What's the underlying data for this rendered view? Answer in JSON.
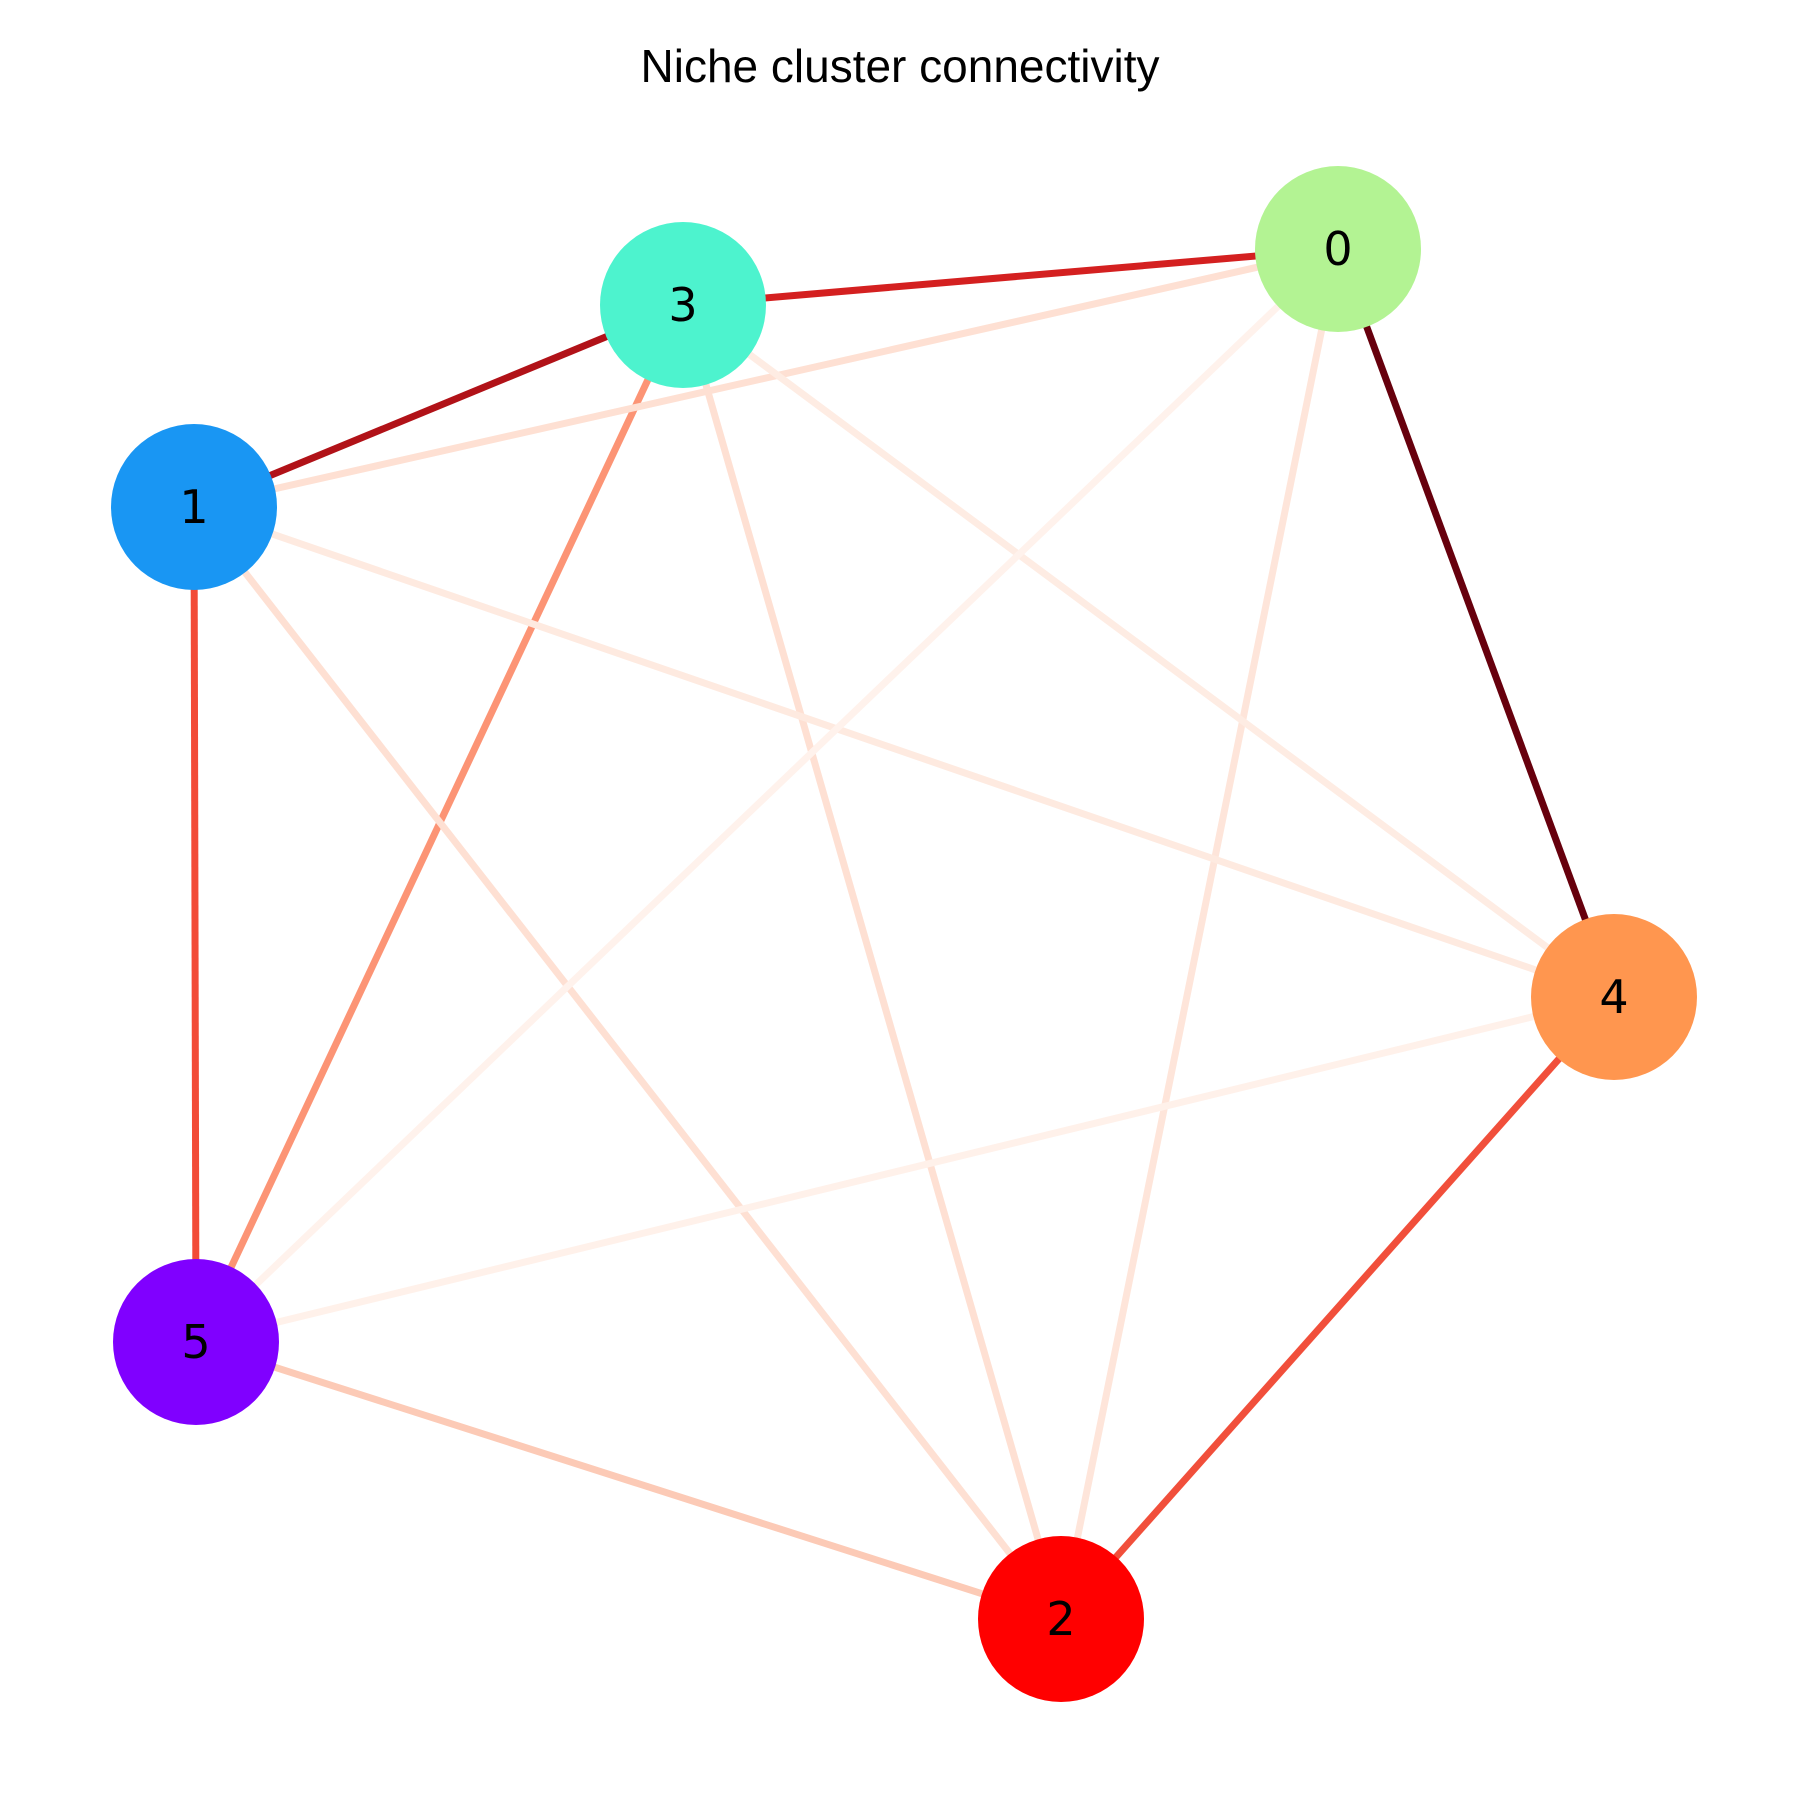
{
  "title": "Niche cluster connectivity",
  "nodes": [
    {
      "id": "0",
      "label": "0",
      "color": "#b3f393"
    },
    {
      "id": "1",
      "label": "1",
      "color": "#1996f3"
    },
    {
      "id": "2",
      "label": "2",
      "color": "#ff0000"
    },
    {
      "id": "3",
      "label": "3",
      "color": "#4df3ce"
    },
    {
      "id": "4",
      "label": "4",
      "color": "#ff964f"
    },
    {
      "id": "5",
      "label": "5",
      "color": "#8000ff"
    }
  ],
  "edges": [
    {
      "source": "0",
      "target": "4",
      "color": "#67000d"
    },
    {
      "source": "1",
      "target": "3",
      "color": "#b11218"
    },
    {
      "source": "0",
      "target": "3",
      "color": "#d42020"
    },
    {
      "source": "2",
      "target": "4",
      "color": "#f14f3b"
    },
    {
      "source": "1",
      "target": "5",
      "color": "#f24b37"
    },
    {
      "source": "3",
      "target": "5",
      "color": "#fc9475"
    },
    {
      "source": "2",
      "target": "5",
      "color": "#fccab6"
    },
    {
      "source": "0",
      "target": "1",
      "color": "#fee0d3"
    },
    {
      "source": "1",
      "target": "2",
      "color": "#fee0d3"
    },
    {
      "source": "2",
      "target": "3",
      "color": "#fee0d3"
    },
    {
      "source": "0",
      "target": "2",
      "color": "#fee5da"
    },
    {
      "source": "1",
      "target": "4",
      "color": "#feeae0"
    },
    {
      "source": "3",
      "target": "4",
      "color": "#feece3"
    },
    {
      "source": "0",
      "target": "5",
      "color": "#fff2ec"
    },
    {
      "source": "4",
      "target": "5",
      "color": "#fff1ea"
    }
  ]
}
